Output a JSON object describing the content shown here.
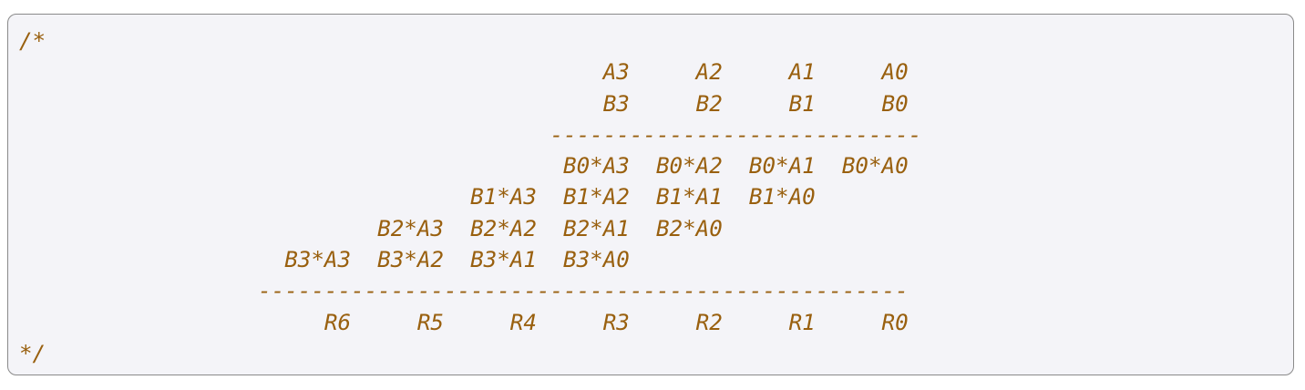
{
  "code_block": {
    "language": "comment",
    "lines": [
      "/*",
      "                                            A3     A2     A1     A0",
      "                                            B3     B2     B1     B0",
      "                                        ----------------------------",
      "                                         B0*A3  B0*A2  B0*A1  B0*A0",
      "                                  B1*A3  B1*A2  B1*A1  B1*A0",
      "                           B2*A3  B2*A2  B2*A1  B2*A0",
      "                    B3*A3  B3*A2  B3*A1  B3*A0",
      "                  -------------------------------------------------",
      "                       R6     R5     R4     R3     R2     R1     R0",
      "*/"
    ]
  },
  "colors": {
    "text": "#99600f",
    "background": "#f4f4f8",
    "border": "#8a8a8a"
  }
}
